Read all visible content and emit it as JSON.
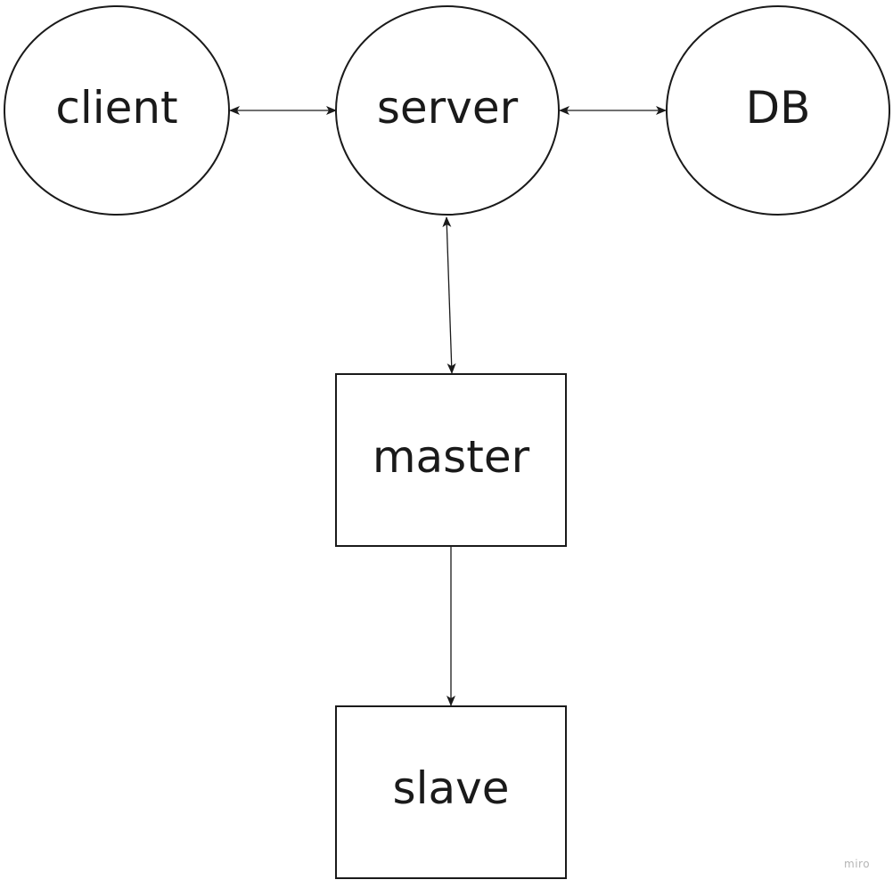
{
  "nodes": {
    "client": {
      "label": "client",
      "shape": "ellipse"
    },
    "server": {
      "label": "server",
      "shape": "ellipse"
    },
    "db": {
      "label": "DB",
      "shape": "ellipse"
    },
    "master": {
      "label": "master",
      "shape": "rectangle"
    },
    "slave": {
      "label": "slave",
      "shape": "rectangle"
    }
  },
  "edges": [
    {
      "from": "client",
      "to": "server",
      "direction": "both"
    },
    {
      "from": "server",
      "to": "db",
      "direction": "both"
    },
    {
      "from": "server",
      "to": "master",
      "direction": "both"
    },
    {
      "from": "master",
      "to": "slave",
      "direction": "forward"
    }
  ],
  "watermark": {
    "text": "miro"
  },
  "colors": {
    "stroke": "#1a1a1a",
    "background": "#ffffff",
    "watermark": "#b5b5b5"
  }
}
